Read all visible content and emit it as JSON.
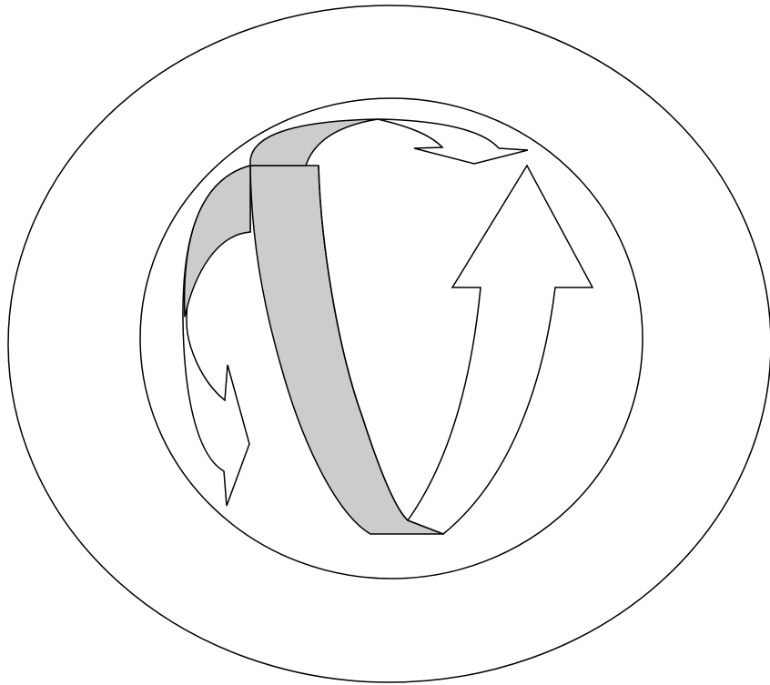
{
  "diagram": {
    "kind": "circular-flow-arrows",
    "colors": {
      "background": "#ffffff",
      "stroke": "#000000",
      "ribbon_fill": "#cccccc",
      "arrow_fill": "#ffffff"
    },
    "elements": [
      "outer-ellipse",
      "inner-circle",
      "gray-curved-ribbon",
      "large-up-arrow",
      "small-left-down-arrow",
      "small-top-right-arrow"
    ]
  }
}
